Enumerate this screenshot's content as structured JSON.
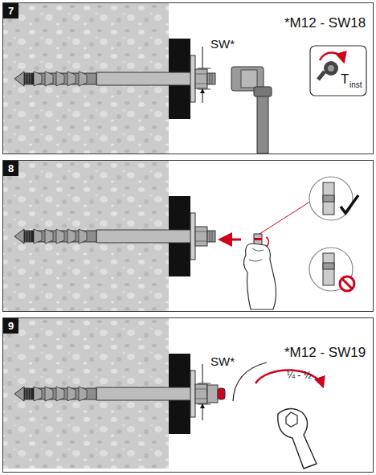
{
  "diagram": {
    "nodes": [
      {
        "text": [
          "7"
        ]
      },
      {
        "text": [
          "8"
        ]
      },
      {
        "text": [
          "9"
        ]
      }
    ],
    "labels": [
      "SW*",
      "*M12 - SW18",
      "T",
      "inst",
      "*M12 - SW19",
      "SW*",
      "¼ - ½"
    ]
  }
}
